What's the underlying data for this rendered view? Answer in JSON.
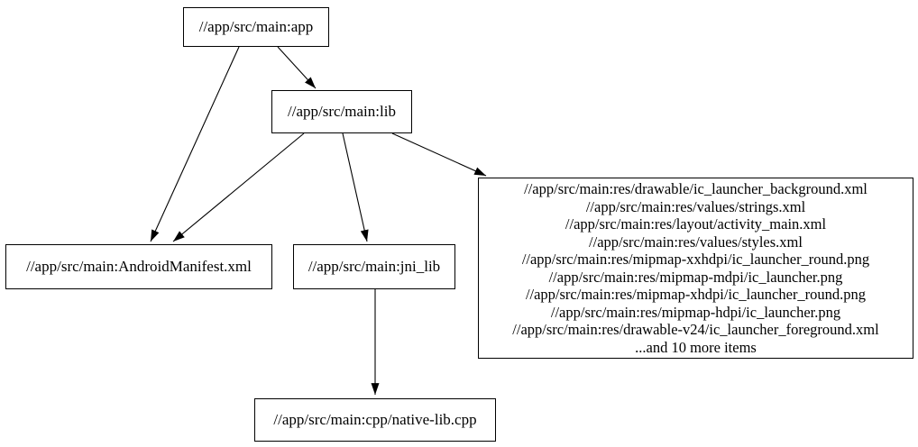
{
  "graph": {
    "type": "dependency-graph",
    "colors": {
      "background": "#ffffff",
      "node_border": "#000000",
      "edge": "#000000",
      "text": "#000000"
    },
    "nodes": {
      "app": {
        "label": "//app/src/main:app"
      },
      "lib": {
        "label": "//app/src/main:lib"
      },
      "android_manifest": {
        "label": "//app/src/main:AndroidManifest.xml"
      },
      "jni_lib": {
        "label": "//app/src/main:jni_lib"
      },
      "native_lib_cpp": {
        "label": "//app/src/main:cpp/native-lib.cpp"
      },
      "res_files": {
        "lines": [
          "//app/src/main:res/drawable/ic_launcher_background.xml",
          "//app/src/main:res/values/strings.xml",
          "//app/src/main:res/layout/activity_main.xml",
          "//app/src/main:res/values/styles.xml",
          "//app/src/main:res/mipmap-xxhdpi/ic_launcher_round.png",
          "//app/src/main:res/mipmap-mdpi/ic_launcher.png",
          "//app/src/main:res/mipmap-xhdpi/ic_launcher_round.png",
          "//app/src/main:res/mipmap-hdpi/ic_launcher.png",
          "//app/src/main:res/drawable-v24/ic_launcher_foreground.xml",
          "...and 10 more items"
        ]
      }
    },
    "edges": [
      {
        "from": "app",
        "to": "android_manifest"
      },
      {
        "from": "app",
        "to": "lib"
      },
      {
        "from": "lib",
        "to": "android_manifest"
      },
      {
        "from": "lib",
        "to": "jni_lib"
      },
      {
        "from": "lib",
        "to": "res_files"
      },
      {
        "from": "jni_lib",
        "to": "native_lib_cpp"
      }
    ]
  }
}
